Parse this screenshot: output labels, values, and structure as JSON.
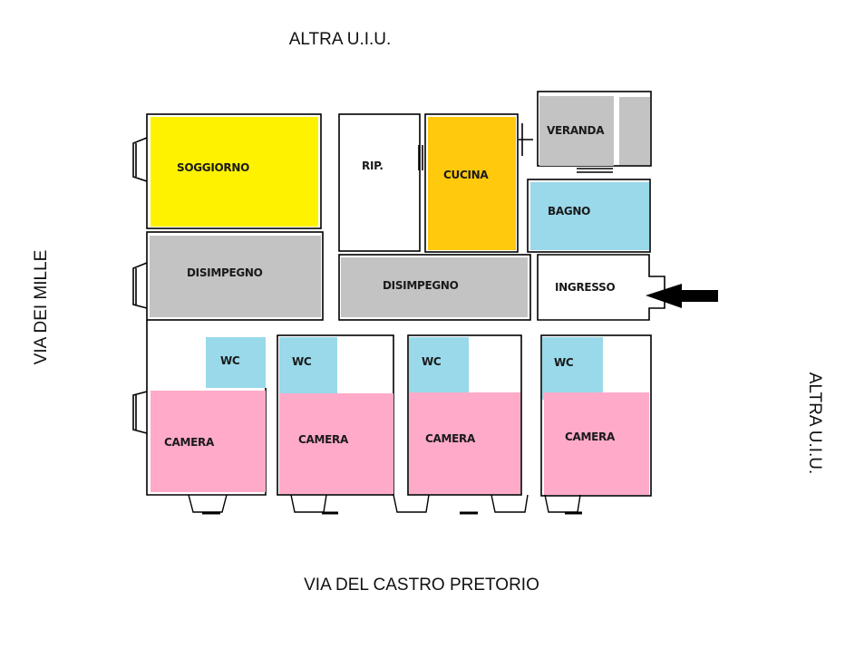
{
  "streets": {
    "top": "ALTRA U.I.U.",
    "left": "VIA DEI MILLE",
    "right": "ALTRA U.I.U.",
    "bottom": "VIA DEL CASTRO PRETORIO"
  },
  "colors": {
    "living": "#fff200",
    "kitchen": "#ffc90e",
    "service": "#c3c3c3",
    "bath": "#99d9ea",
    "bedroom": "#ffaac9"
  },
  "rooms": {
    "soggiorno": "SOGGIORNO",
    "rip": "RIP.",
    "cucina": "CUCINA",
    "veranda": "VERANDA",
    "bagno": "BAGNO",
    "disimpegno_1": "DISIMPEGNO",
    "disimpegno_2": "DISIMPEGNO",
    "ingresso": "INGRESSO",
    "wc": [
      "WC",
      "WC",
      "WC",
      "WC"
    ],
    "camera": [
      "CAMERA",
      "CAMERA",
      "CAMERA",
      "CAMERA"
    ]
  },
  "entrance_arrow": "arrow-left-icon"
}
